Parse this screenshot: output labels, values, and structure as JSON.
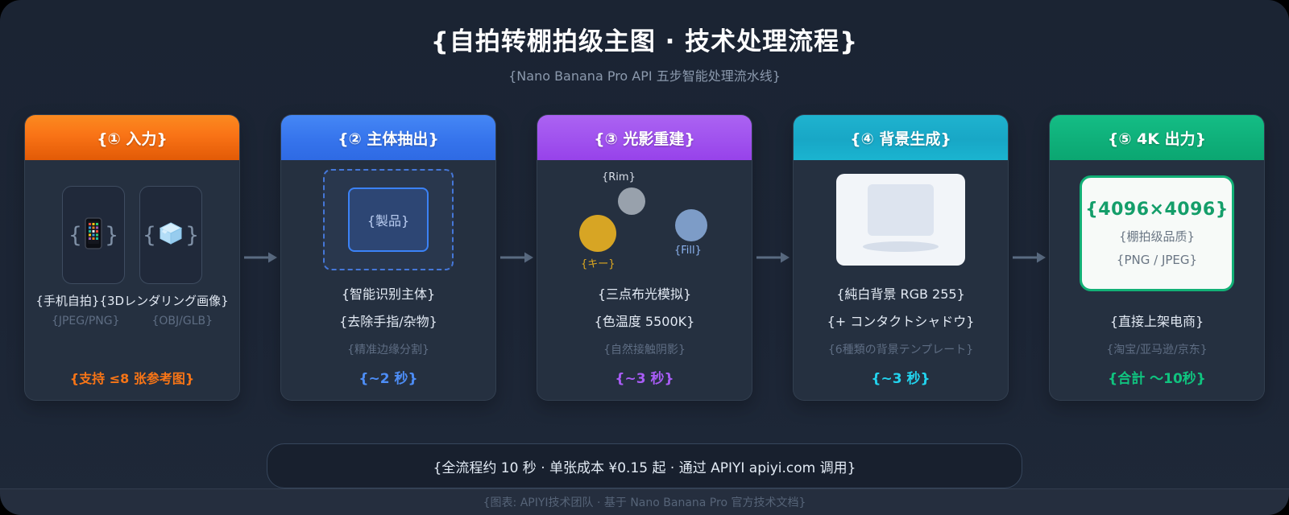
{
  "page": {
    "title": "{自拍转棚拍级主图 · 技术处理流程}",
    "subtitle": "{Nano Banana Pro API 五步智能处理流水线}"
  },
  "decoration": {
    "brace_open": "{",
    "brace_close": "}"
  },
  "cards": [
    {
      "header": "{① 入力}",
      "accent": "#f97316",
      "icons": [
        "phone-icon",
        "ice-cube-icon"
      ],
      "labels": [
        "{手机自拍}",
        "{3Dレンダリング画像}"
      ],
      "formats": [
        "{JPEG/PNG}",
        "{OBJ/GLB}"
      ],
      "note": "{支持 ≤8 张参考图}"
    },
    {
      "header": "{② 主体抽出}",
      "accent": "#3b82f6",
      "product_label": "{製品}",
      "lines": [
        "{智能识别主体}",
        "{去除手指/杂物}"
      ],
      "subline": "{精准边缘分割}",
      "timer": "{~2 秒}",
      "timer_color": "#4d8df6"
    },
    {
      "header": "{③ 光影重建}",
      "accent": "#a855f7",
      "lights": {
        "rim": "{Rim}",
        "key": "{キー}",
        "fill": "{Fill}"
      },
      "light_colors": {
        "rim": "#98a1ac",
        "key": "#d7a524",
        "fill": "#7d9cc7"
      },
      "lines": [
        "{三点布光模拟}",
        "{色温度 5500K}"
      ],
      "subline": "{自然接触阴影}",
      "timer": "{~3 秒}",
      "timer_color": "#a855f7"
    },
    {
      "header": "{④ 背景生成}",
      "accent": "#1ab4d0",
      "lines": [
        "{純白背景 RGB 255}",
        "{+ コンタクトシャドウ}"
      ],
      "subline": "{6種類の背景テンプレート}",
      "timer": "{~3 秒}",
      "timer_color": "#22d3ee"
    },
    {
      "header": "{⑤ 4K 出力}",
      "accent": "#10b981",
      "output": {
        "resolution": "{4096×4096}",
        "quality": "{棚拍级品质}",
        "format": "{PNG / JPEG}"
      },
      "lines": [
        "{直接上架电商}"
      ],
      "subline": "{淘宝/亚马逊/京东}",
      "timer": "{合計 ～10秒}",
      "timer_color": "#10c37f"
    }
  ],
  "summary_bar": {
    "text": "{全流程约 10 秒 · 单张成本 ¥0.15 起 · 通过 APIYI apiyi.com 调用}"
  },
  "footer": {
    "text": "{图表: APIYI技术团队 · 基于 Nano Banana Pro 官方技术文档}"
  }
}
